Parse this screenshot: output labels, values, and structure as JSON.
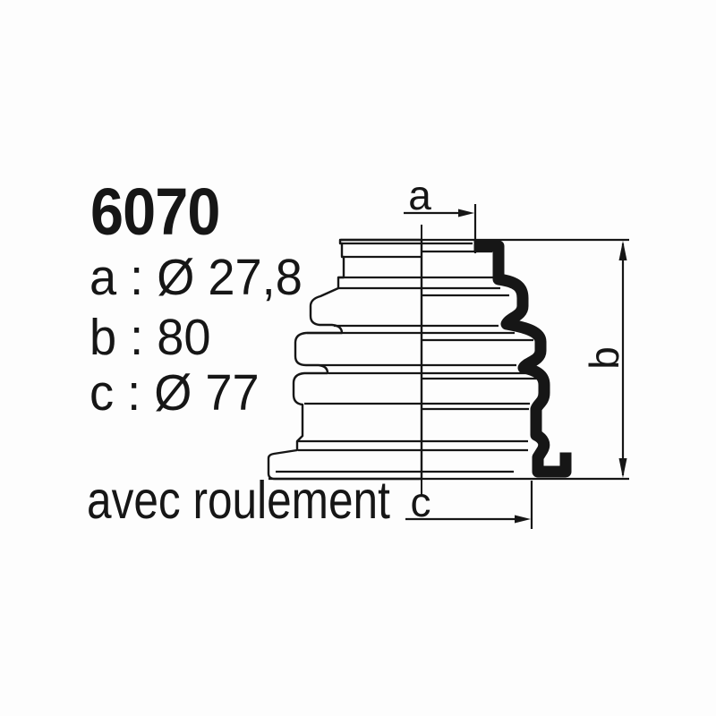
{
  "page": {
    "background_color": "#fdfdfd",
    "ink_color": "#161616"
  },
  "part": {
    "number": "6070",
    "specs": [
      {
        "id": "a",
        "text": "a : Ø 27,8"
      },
      {
        "id": "b",
        "text": "b : 80"
      },
      {
        "id": "c",
        "text": "c : Ø 77"
      }
    ],
    "note": "avec roulement"
  },
  "diagram": {
    "dimension_labels": {
      "a": "a",
      "b": "b",
      "c": "c"
    }
  }
}
